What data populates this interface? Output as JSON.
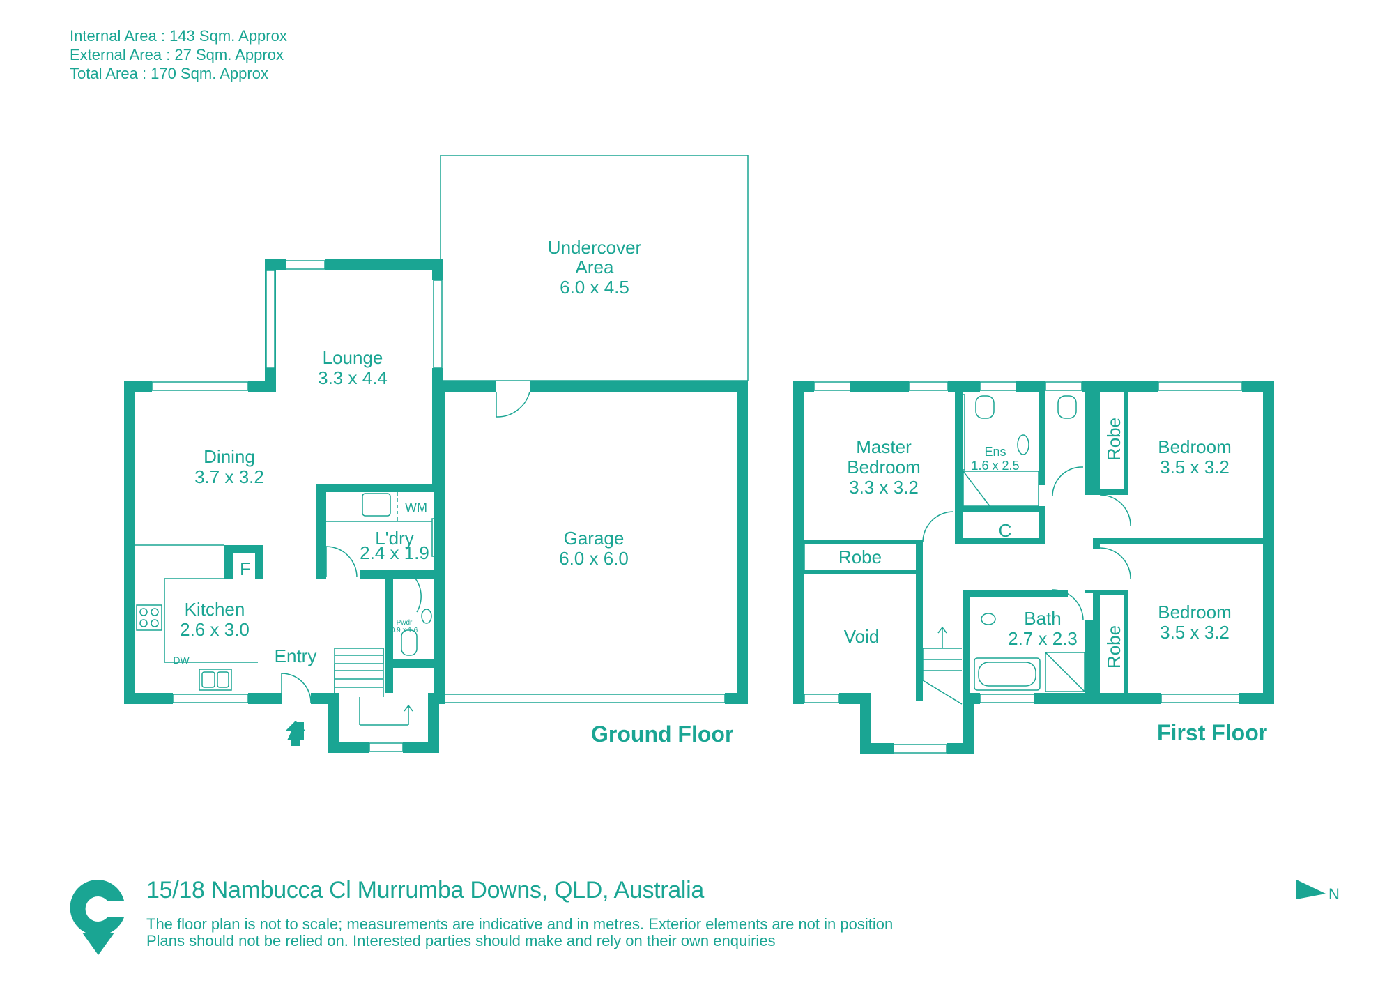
{
  "areas": {
    "internal": "Internal Area : 143 Sqm. Approx",
    "external": "External Area : 27 Sqm. Approx",
    "total": "Total Area : 170 Sqm. Approx"
  },
  "ground_floor": {
    "title": "Ground Floor",
    "rooms": {
      "undercover_name_1": "Undercover",
      "undercover_name_2": "Area",
      "undercover_dims": "6.0 x 4.5",
      "lounge_name": "Lounge",
      "lounge_dims": "3.3 x 4.4",
      "dining_name": "Dining",
      "dining_dims": "3.7 x 3.2",
      "garage_name": "Garage",
      "garage_dims": "6.0 x 6.0",
      "laundry_name": "L'dry",
      "laundry_dims": "2.4 x 1.9",
      "wm": "WM",
      "fridge": "F",
      "kitchen_name": "Kitchen",
      "kitchen_dims": "2.6 x 3.0",
      "dw": "DW",
      "powder_name": "Pwdr",
      "powder_dims": "0.9 x 1.6",
      "entry_name": "Entry"
    }
  },
  "first_floor": {
    "title": "First Floor",
    "rooms": {
      "master_name_1": "Master",
      "master_name_2": "Bedroom",
      "master_dims": "3.3 x 3.2",
      "ens_name": "Ens",
      "ens_dims": "1.6 x 2.5",
      "robe_master": "Robe",
      "linen": "C",
      "robe_1": "Robe",
      "robe_2": "Robe",
      "bed1_name": "Bedroom",
      "bed1_dims": "3.5 x 3.2",
      "bed2_name": "Bedroom",
      "bed2_dims": "3.5 x 3.2",
      "void_name": "Void",
      "bath_name": "Bath",
      "bath_dims": "2.7 x 2.3"
    }
  },
  "footer": {
    "address": "15/18 Nambucca Cl Murrumba Downs, QLD, Australia",
    "disclaimer_1": "The floor plan is not to scale; measurements are indicative and in metres. Exterior elements are not in position",
    "disclaimer_2": "Plans should not be relied on. Interested parties should make and rely on their own enquiries"
  },
  "compass": {
    "label": "N"
  },
  "colors": {
    "accent": "#1aa593"
  },
  "icons": {
    "logo": "brand-logo-icon",
    "entry_arrow": "entry-arrow-icon",
    "compass": "north-arrow-icon"
  }
}
